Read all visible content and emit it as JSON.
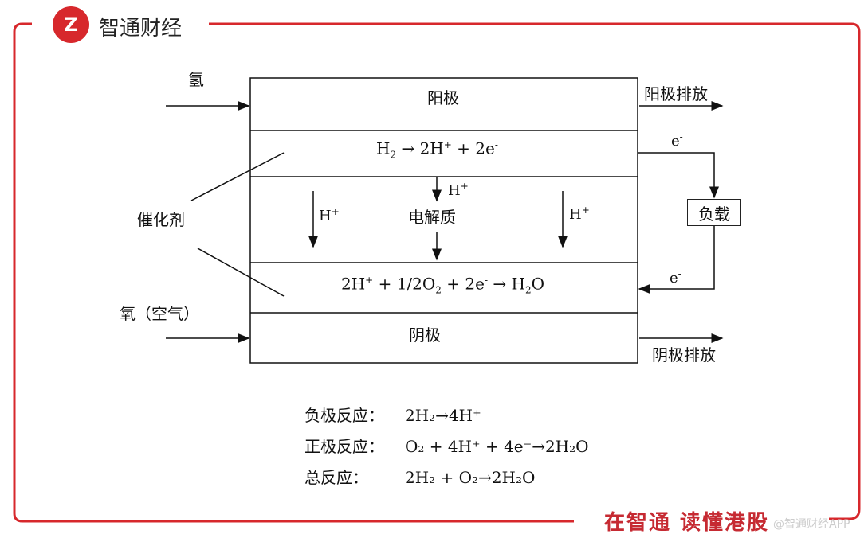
{
  "header": {
    "logo_text": "Z",
    "brand": "智通财经"
  },
  "diagram": {
    "hydrogen_in": "氢",
    "oxygen_in": "氧（空气）",
    "catalyst": "催化剂",
    "anode": "阳极",
    "cathode": "阴极",
    "electrolyte": "电解质",
    "anode_exhaust": "阳极排放",
    "cathode_exhaust": "阴极排放",
    "load": "负载",
    "electron_top": "e",
    "electron_bottom": "e",
    "proton": "H",
    "anode_reaction": {
      "a": "H",
      "b": "2",
      "c": " →  2H",
      "d": "+",
      "e": " + 2e",
      "f": "-"
    },
    "cathode_reaction": {
      "a": "2H",
      "b": "+",
      "c": " + 1/2O",
      "d": "2",
      "e": " + 2e",
      "f": "-",
      "g": " → H",
      "h": "2",
      "i": "O"
    }
  },
  "reactions": {
    "negative_label": "负极反应：",
    "negative": "2H₂→4H⁺",
    "positive_label": "正极反应：",
    "positive": "O₂ + 4H⁺ + 4e⁻→2H₂O",
    "total_label": "总反应：",
    "total": "2H₂ + O₂→2H₂O"
  },
  "footer": {
    "slogan": "在智通  读懂港股",
    "watermark": "@智通财经APP"
  },
  "colors": {
    "accent": "#d7282c"
  }
}
